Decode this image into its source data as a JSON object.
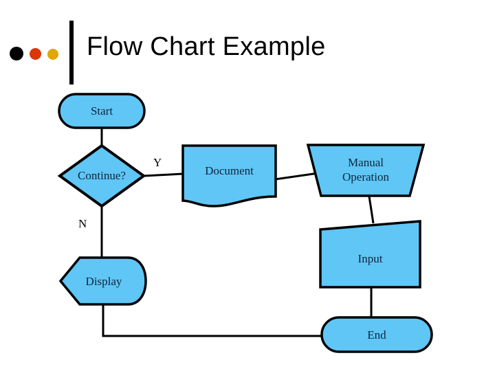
{
  "header": {
    "title": "Flow Chart Example",
    "dots": [
      {
        "name": "dot-black",
        "color": "#000000"
      },
      {
        "name": "dot-red",
        "color": "#DB3607"
      },
      {
        "name": "dot-yellow",
        "color": "#E0A707"
      }
    ],
    "rule_color": "#000000"
  },
  "theme": {
    "node_fill": "#5FC6F5",
    "node_stroke": "#000000",
    "text_color": "#10243F",
    "background": "#FFFFFF",
    "connector_color": "#000000"
  },
  "chart_data": {
    "type": "diagram",
    "title": "Flow Chart Example",
    "nodes": [
      {
        "id": "start",
        "label": "Start",
        "shape": "terminator"
      },
      {
        "id": "decide",
        "label": "Continue?",
        "shape": "decision"
      },
      {
        "id": "doc",
        "label": "Document",
        "shape": "document"
      },
      {
        "id": "manual",
        "label": "Manual\nOperation",
        "shape": "manual-operation"
      },
      {
        "id": "input",
        "label": "Input",
        "shape": "input-data"
      },
      {
        "id": "display",
        "label": "Display",
        "shape": "display"
      },
      {
        "id": "end",
        "label": "End",
        "shape": "terminator"
      }
    ],
    "edges": [
      {
        "from": "start",
        "to": "decide",
        "label": ""
      },
      {
        "from": "decide",
        "to": "doc",
        "label": "Y"
      },
      {
        "from": "decide",
        "to": "display",
        "label": "N"
      },
      {
        "from": "doc",
        "to": "manual",
        "label": ""
      },
      {
        "from": "manual",
        "to": "input",
        "label": ""
      },
      {
        "from": "input",
        "to": "end",
        "label": ""
      },
      {
        "from": "display",
        "to": "end",
        "label": ""
      }
    ]
  },
  "nodes": {
    "start": {
      "label": "Start"
    },
    "decide": {
      "label": "Continue?"
    },
    "doc": {
      "label": "Document"
    },
    "manual": {
      "label": "Manual\nOperation"
    },
    "input": {
      "label": "Input"
    },
    "display": {
      "label": "Display"
    },
    "end": {
      "label": "End"
    }
  },
  "edge_labels": {
    "yes": "Y",
    "no": "N"
  }
}
